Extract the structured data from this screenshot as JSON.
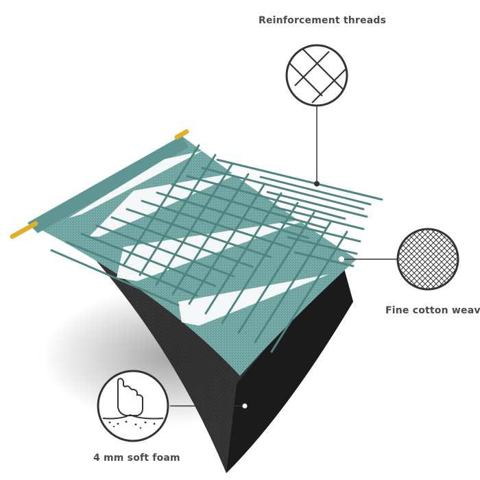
{
  "callouts": {
    "reinforcement_threads": {
      "label": "Reinforcement threads",
      "icon": "crosshatch-threads-icon"
    },
    "fine_cotton_weave": {
      "label": "Fine cotton weave",
      "icon": "fine-mesh-icon"
    },
    "soft_foam": {
      "label": "4 mm soft foam",
      "icon": "finger-press-foam-icon"
    }
  },
  "colors": {
    "fabric": "#6fa3a0",
    "fabric_dark": "#5a8c89",
    "thread": "#4f8581",
    "stripe": "#ffffff",
    "foam": "#2b2b2b",
    "rod": "#e8b92e",
    "callout_line": "#333333",
    "label_text": "#4a4a4a"
  }
}
